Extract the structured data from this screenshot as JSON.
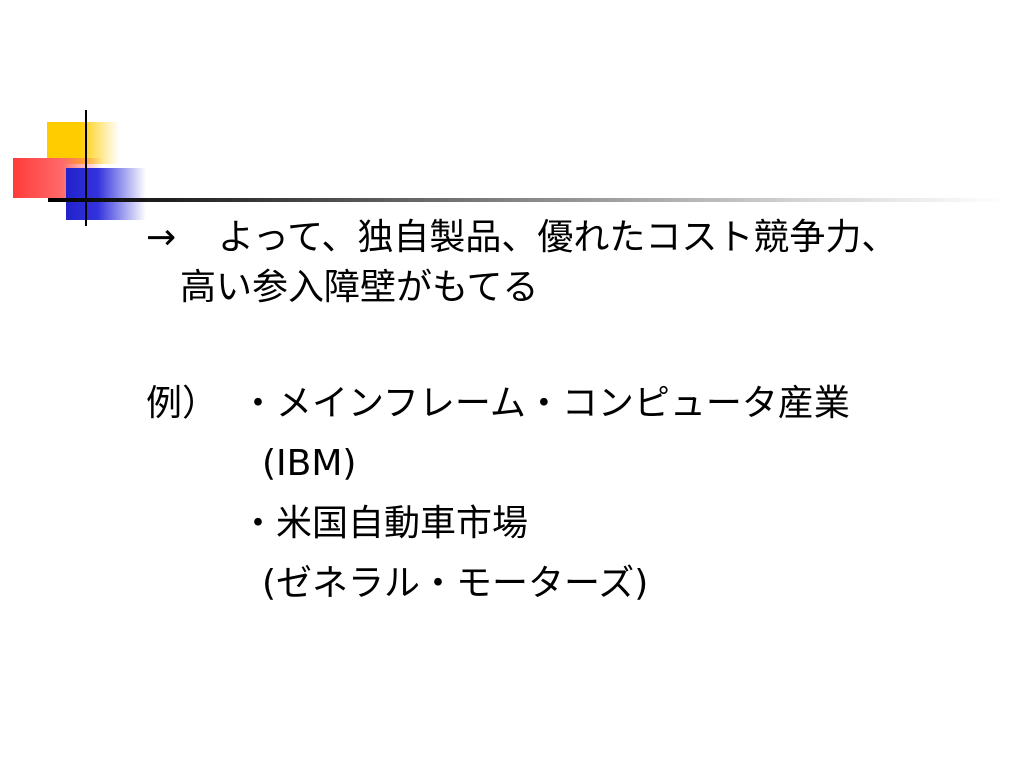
{
  "slide": {
    "line1_arrow": "→",
    "line1_text": "よって、独自製品、優れたコスト競争力、",
    "line2_text": "高い参入障壁がもてる",
    "example_label": "例）",
    "example_item1": "・メインフレーム・コンピュータ産業",
    "example_item1_company": "(IBM)",
    "example_item2": "・米国自動車市場",
    "example_item2_company": "(ゼネラル・モーターズ)"
  }
}
